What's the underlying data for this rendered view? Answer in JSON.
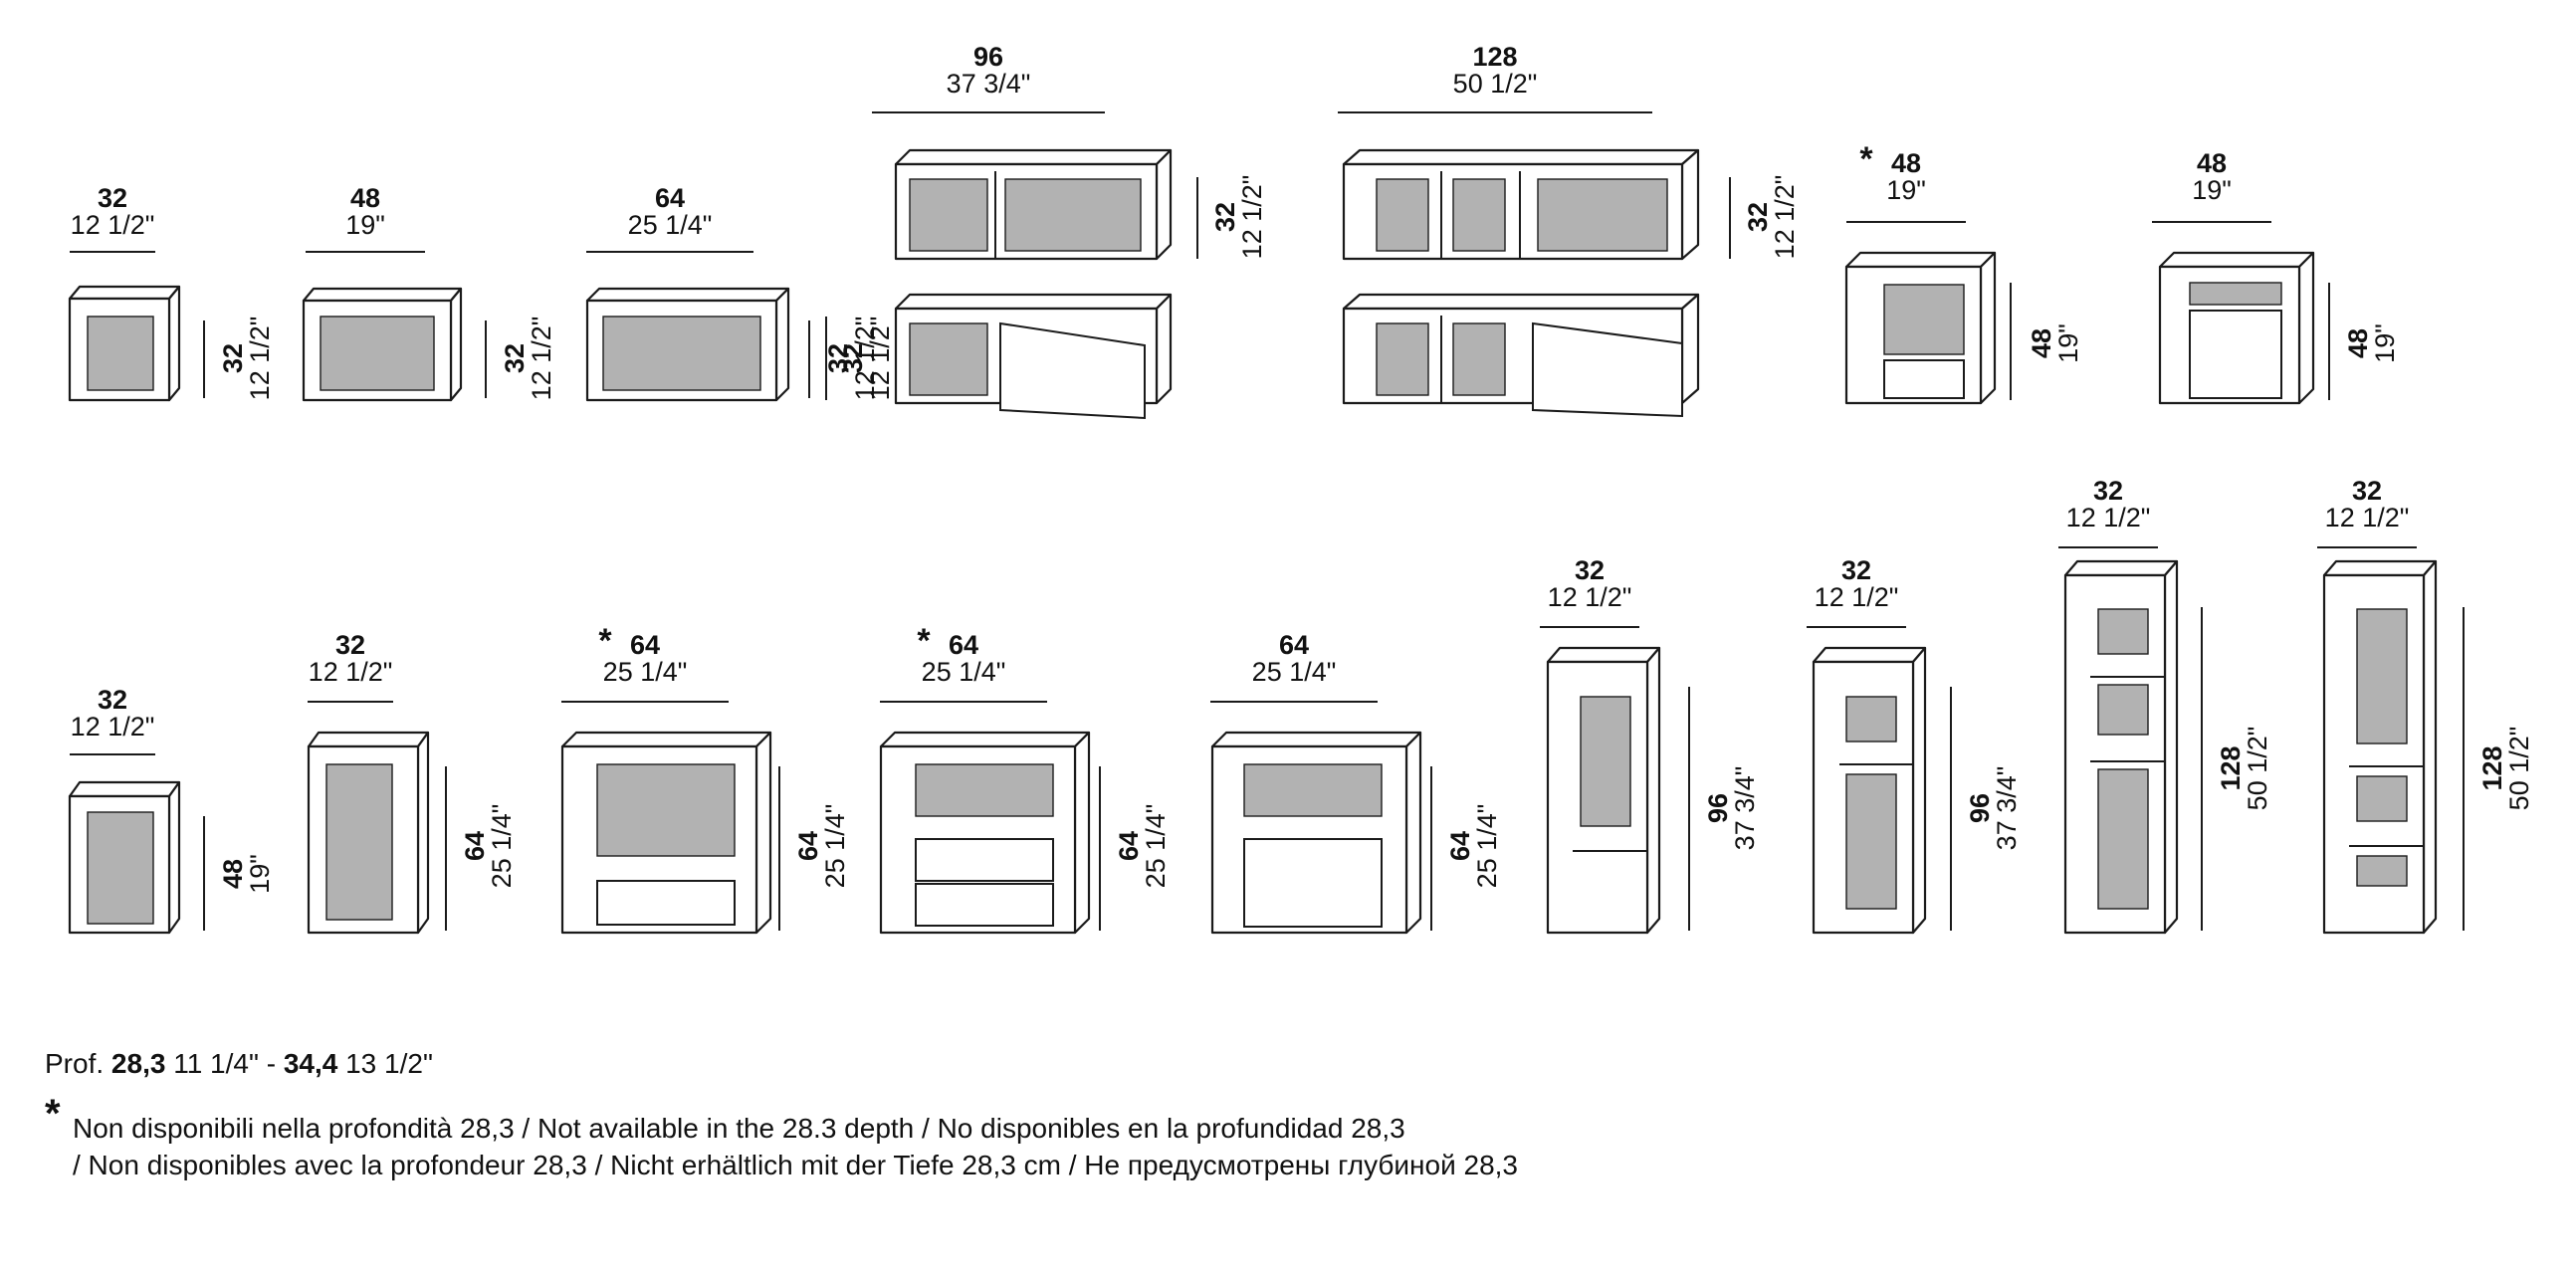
{
  "modules": [
    {
      "id": "r1-32",
      "w_cm": "32",
      "w_in": "12 1/2\"",
      "h_cm": "32",
      "h_in": "12 1/2\"",
      "star": false,
      "kind": "open"
    },
    {
      "id": "r1-48",
      "w_cm": "48",
      "w_in": "19\"",
      "h_cm": "32",
      "h_in": "12 1/2\"",
      "star": false,
      "kind": "open"
    },
    {
      "id": "r1-64",
      "w_cm": "64",
      "w_in": "25 1/4\"",
      "h_cm": "32",
      "h_in": "12 1/2\"",
      "star": false,
      "kind": "open"
    },
    {
      "id": "r1-96",
      "w_cm": "96",
      "w_in": "37 3/4\"",
      "h_cm": "32",
      "h_in": "12 1/2\"",
      "star": false,
      "kind": "open-and-door"
    },
    {
      "id": "r1-128",
      "w_cm": "128",
      "w_in": "50 1/2\"",
      "h_cm": "32",
      "h_in": "12 1/2\"",
      "star": false,
      "kind": "open-and-door"
    },
    {
      "id": "r1-48a",
      "w_cm": "48",
      "w_in": "19\"",
      "h_cm": "48",
      "h_in": "19\"",
      "star": true,
      "kind": "open-drawer"
    },
    {
      "id": "r1-48b",
      "w_cm": "48",
      "w_in": "19\"",
      "h_cm": "48",
      "h_in": "19\"",
      "star": false,
      "kind": "flap"
    },
    {
      "id": "r2-32",
      "w_cm": "32",
      "w_in": "12 1/2\"",
      "h_cm": "48",
      "h_in": "19\"",
      "star": false,
      "kind": "open"
    },
    {
      "id": "r2-32b",
      "w_cm": "32",
      "w_in": "12 1/2\"",
      "h_cm": "64",
      "h_in": "25 1/4\"",
      "star": false,
      "kind": "open"
    },
    {
      "id": "r2-64a",
      "w_cm": "64",
      "w_in": "25 1/4\"",
      "h_cm": "64",
      "h_in": "25 1/4\"",
      "star": true,
      "kind": "open-drawer"
    },
    {
      "id": "r2-64b",
      "w_cm": "64",
      "w_in": "25 1/4\"",
      "h_cm": "64",
      "h_in": "25 1/4\"",
      "star": true,
      "kind": "two-drawers"
    },
    {
      "id": "r2-64c",
      "w_cm": "64",
      "w_in": "25 1/4\"",
      "h_cm": "64",
      "h_in": "25 1/4\"",
      "star": false,
      "kind": "flap"
    },
    {
      "id": "r2-32c",
      "w_cm": "32",
      "w_in": "12 1/2\"",
      "h_cm": "96",
      "h_in": "37 3/4\"",
      "star": false,
      "kind": "tall-shelf-low"
    },
    {
      "id": "r2-32d",
      "w_cm": "32",
      "w_in": "12 1/2\"",
      "h_cm": "96",
      "h_in": "37 3/4\"",
      "star": false,
      "kind": "tall-shelf-high"
    },
    {
      "id": "r2-32e",
      "w_cm": "32",
      "w_in": "12 1/2\"",
      "h_cm": "128",
      "h_in": "50 1/2\"",
      "star": false,
      "kind": "tall-two-shelves-high"
    },
    {
      "id": "r2-32f",
      "w_cm": "32",
      "w_in": "12 1/2\"",
      "h_cm": "128",
      "h_in": "50 1/2\"",
      "star": false,
      "kind": "tall-two-shelves-low"
    }
  ],
  "star_symbol": "*",
  "footer": {
    "depth_prefix": "Prof.",
    "depth1_cm": "28,3",
    "depth1_in": "11 1/4\"",
    "depth_sep": "-",
    "depth2_cm": "34,4",
    "depth2_in": "13 1/2\"",
    "note_symbol": "*",
    "note_line1": "Non disponibili nella profondità 28,3 / Not available in the 28.3 depth / No disponibles en la profundidad 28,3",
    "note_line2": "/ Non disponibles avec la profondeur 28,3 / Nicht erhältlich mit der Tiefe 28,3 cm / Не предусмотрены глубиной 28,3"
  }
}
